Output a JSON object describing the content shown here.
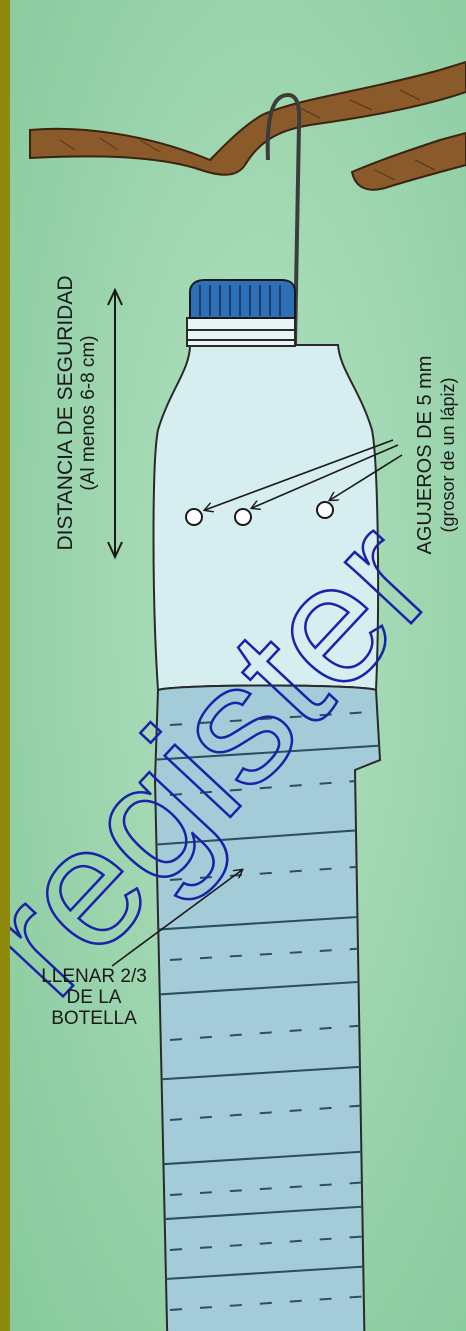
{
  "labels": {
    "safety_distance_title": "DISTANCIA DE SEGURIDAD",
    "safety_distance_sub": "(Al menos 6-8 cm)",
    "holes_title": "AGUJEROS DE 5 mm",
    "holes_sub": "(grosor de un lápiz)",
    "fill_line1": "LLENAR 2/3",
    "fill_line2": "DE LA",
    "fill_line3": "BOTELLA"
  },
  "watermark": "register",
  "colors": {
    "background": "#9fd6b0",
    "frame": "#8f8a0e",
    "branch": "#8b5a2b",
    "cap": "#2f6fb5",
    "water": "#a4ccd8",
    "bottle": "#d7eef1"
  }
}
